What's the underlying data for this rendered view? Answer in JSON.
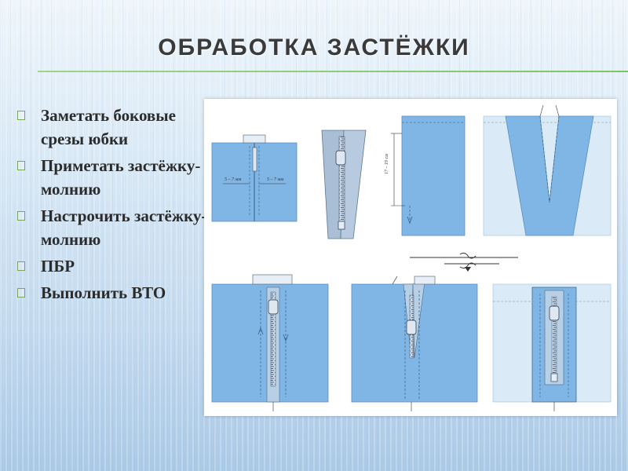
{
  "slide": {
    "title": "ОБРАБОТКА ЗАСТЁЖКИ"
  },
  "bullets": [
    "Заметать боковые срезы юбки",
    "Приметать застёжку-молнию",
    "Настрочить застёжку-молнию",
    "ПБР",
    "Выполнить ВТО"
  ],
  "figure": {
    "labels": {
      "seam_allowance_left": "5 – 7 мм",
      "seam_allowance_right": "5 – 7 мм",
      "zip_length": "17 – 19 см"
    }
  },
  "colors": {
    "fabric": "#7fb6e6",
    "fabric_light": "#b8d8f2",
    "fabric_pale": "#dbeaf7",
    "zipper_tape": "#aabfd6",
    "title_rule": "#8cc97a"
  }
}
